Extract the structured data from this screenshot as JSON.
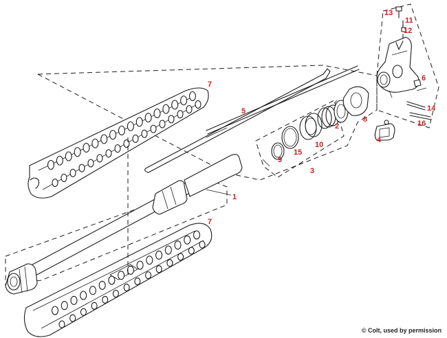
{
  "colors": {
    "line": "#1a1a1a",
    "callout": "#cc1f1f",
    "background": "#ffffff"
  },
  "callouts": {
    "n1": "1",
    "n2": "2",
    "n3": "3",
    "n4": "4",
    "n5": "5",
    "n6": "6",
    "n7_top": "7",
    "n7_bottom": "7",
    "n8": "8",
    "n9": "9",
    "n10": "10",
    "n11": "11",
    "n12": "12",
    "n13": "13",
    "n14": "14",
    "n15": "15",
    "n16": "16"
  },
  "credit": "© Colt, used by permission"
}
